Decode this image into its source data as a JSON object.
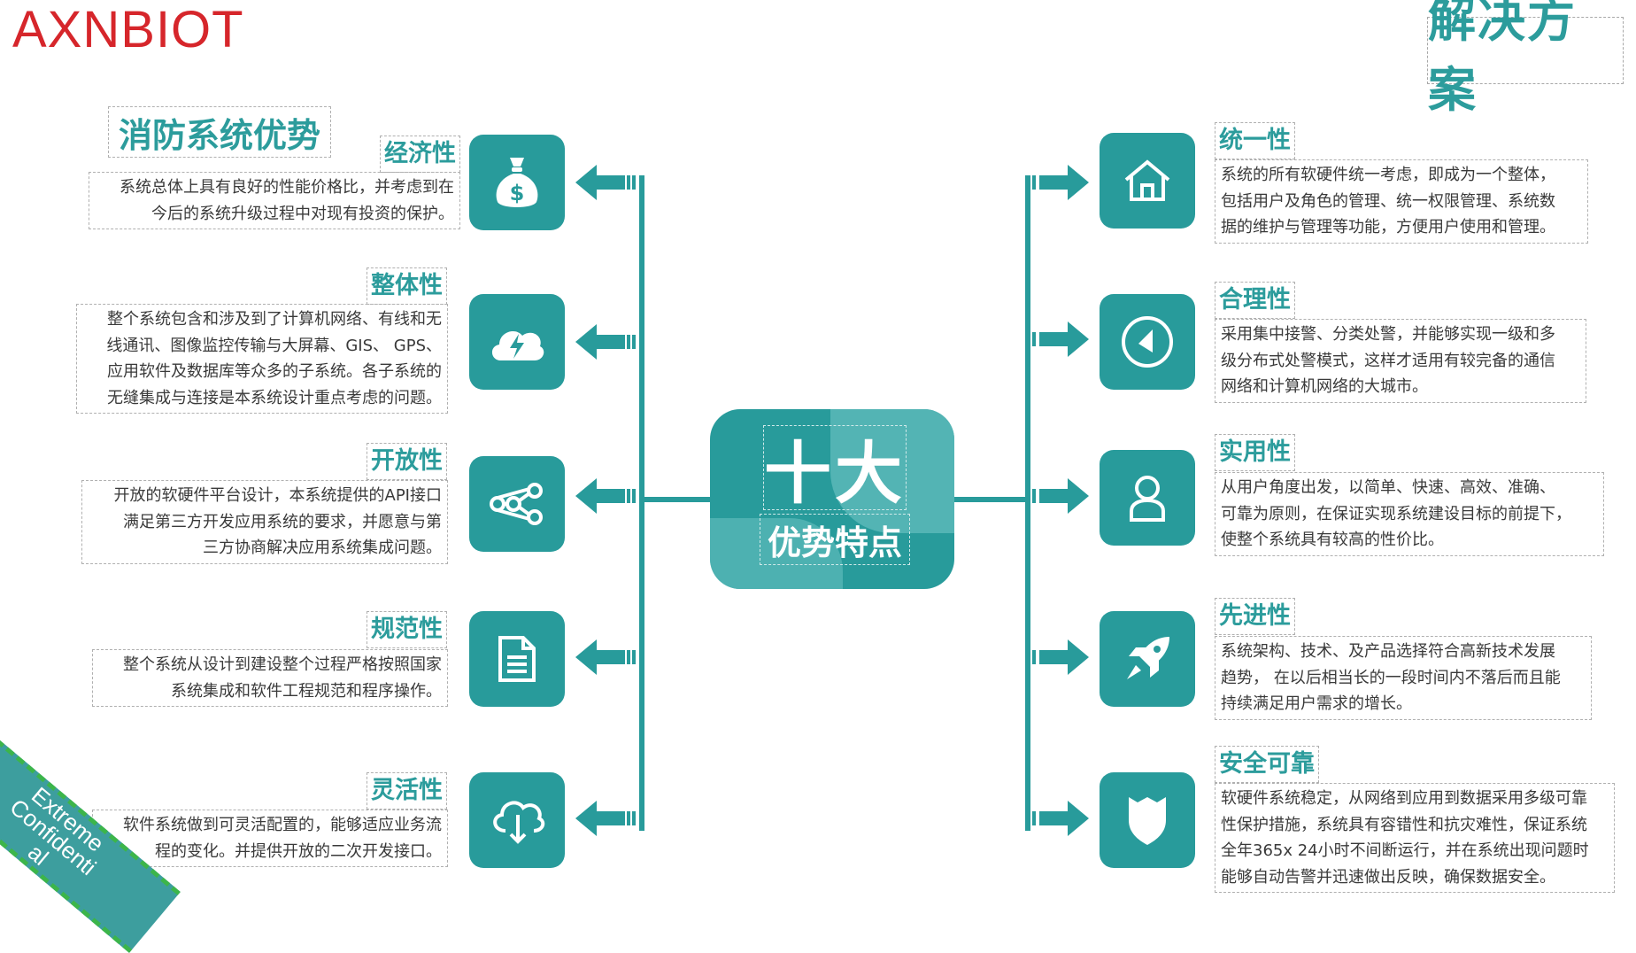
{
  "logo": "AXNBIOT",
  "solution_title": "解决方案",
  "left_title": "消防系统优势",
  "center": {
    "line1": "十大",
    "line2": "优势特点"
  },
  "left_features": [
    {
      "title": "经济性",
      "icon": "money-bag-icon",
      "lines": [
        "系统总体上具有良好的性能价格比，并考虑到在",
        "今后的系统升级过程中对现有投资的保护。"
      ]
    },
    {
      "title": "整体性",
      "icon": "cloud-lightning-icon",
      "lines": [
        "整个系统包含和涉及到了计算机网络、有线和无",
        "线通讯、图像监控传输与大屏幕、GIS、 GPS、",
        "应用软件及数据库等众多的子系统。各子系统的",
        "无缝集成与连接是本系统设计重点考虑的问题。"
      ]
    },
    {
      "title": "开放性",
      "icon": "network-nodes-icon",
      "lines": [
        "开放的软硬件平台设计，本系统提供的API接口",
        "满足第三方开发应用系统的要求，并愿意与第",
        "三方协商解决应用系统集成问题。"
      ]
    },
    {
      "title": "规范性",
      "icon": "document-icon",
      "lines": [
        "整个系统从设计到建设整个过程严格按照国家",
        "系统集成和软件工程规范和程序操作。"
      ]
    },
    {
      "title": "灵活性",
      "icon": "cloud-download-icon",
      "lines": [
        "软件系统做到可灵活配置的，能够适应业务流",
        "程的变化。并提供开放的二次开发接口。"
      ]
    }
  ],
  "right_features": [
    {
      "title": "统一性",
      "icon": "home-icon",
      "lines": [
        "系统的所有软硬件统一考虑，即成为一个整体，",
        "包括用户及角色的管理、统一权限管理、系统数",
        "据的维护与管理等功能，方便用户使用和管理。"
      ]
    },
    {
      "title": "合理性",
      "icon": "compass-icon",
      "lines": [
        "采用集中接警、分类处警，并能够实现一级和多",
        "级分布式处警模式，这样才适用有较完备的通信",
        "网络和计算机网络的大城市。"
      ]
    },
    {
      "title": "实用性",
      "icon": "user-icon",
      "lines": [
        "从用户角度出发，以简单、快速、高效、准确、",
        "可靠为原则，在保证实现系统建设目标的前提下，",
        "使整个系统具有较高的性价比。"
      ]
    },
    {
      "title": "先进性",
      "icon": "rocket-icon",
      "lines": [
        "系统架构、技术、及产品选择符合高新技术发展",
        "趋势， 在以后相当长的一段时间内不落后而且能",
        "持续满足用户需求的增长。"
      ]
    },
    {
      "title": "安全可靠",
      "icon": "shield-icon",
      "lines": [
        "软硬件系统稳定，从网络到应用到数据采用多级可靠",
        "性保护措施，系统具有容错性和抗灾难性，保证系统",
        "全年365x 24小时不间断运行，并在系统出现问题时",
        "能够自动告警并迅速做出反映，确保数据安全。"
      ]
    }
  ],
  "ribbon": {
    "line1": "Extreme",
    "line2": "Confidenti",
    "line3": "al"
  },
  "colors": {
    "teal": "#289b9b",
    "light_teal": "#5ab8b8",
    "logo_red": "#d6262b",
    "ribbon_green": "#3cb54a"
  }
}
